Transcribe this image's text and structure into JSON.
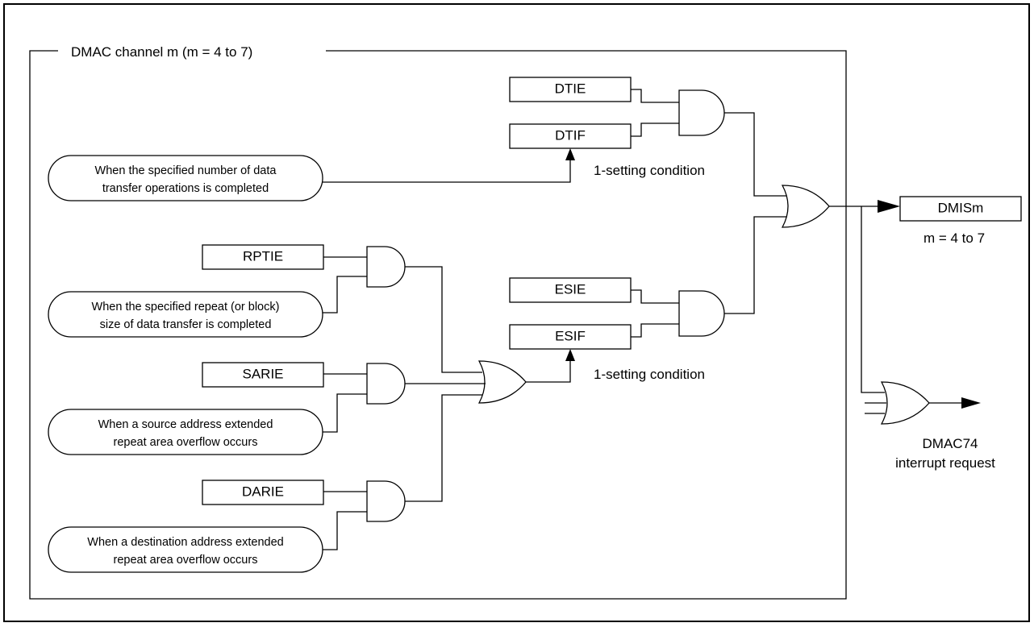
{
  "channel_group": {
    "title": "DMAC channel m (m = 4 to 7)"
  },
  "flags": {
    "dtie": "DTIE",
    "dtif": "DTIF",
    "rptie": "RPTIE",
    "esie": "ESIE",
    "esif": "ESIF",
    "sarie": "SARIE",
    "darie": "DARIE",
    "dmis": "DMISm"
  },
  "conditions": {
    "data_transfer_done": [
      "When the specified number of data",
      "transfer operations is completed"
    ],
    "repeat_block_done": [
      "When the specified repeat (or block)",
      "size of data transfer is completed"
    ],
    "source_overflow": [
      "When a source address extended",
      "repeat area overflow occurs"
    ],
    "dest_overflow": [
      "When a destination address extended",
      "repeat area overflow occurs"
    ]
  },
  "labels": {
    "setting_condition_1": "1-setting condition",
    "setting_condition_2": "1-setting condition",
    "dmis_range": "m = 4 to 7",
    "output_line1": "DMAC74",
    "output_line2": "interrupt request"
  }
}
